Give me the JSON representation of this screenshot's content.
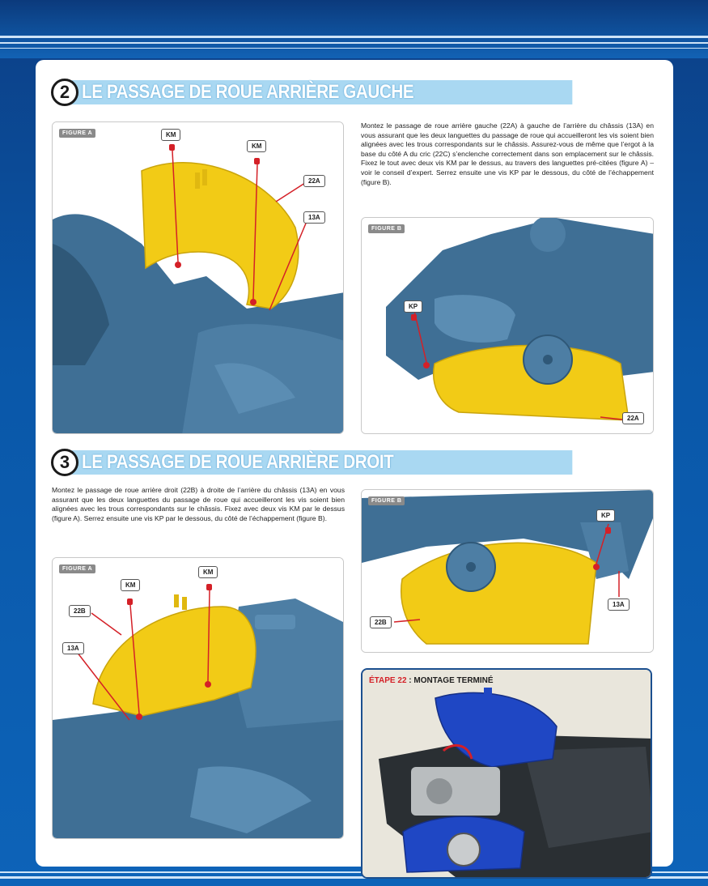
{
  "colors": {
    "accent_bar": "#a9d8f2",
    "part_yellow": "#f2cb16",
    "chassis_blue": "#3f6f95",
    "part_blue": "#1f47c4",
    "screw_red": "#d42027",
    "frame_blue": "#1b4f8f"
  },
  "section2": {
    "number": "2",
    "title": "LE PASSAGE DE ROUE ARRIÈRE GAUCHE",
    "text": "Montez le passage de roue arrière gauche (22A) à gauche de l’arrière du châssis (13A) en vous assurant que les deux languettes du passage de roue qui accueilleront les vis soient bien alignées avec les trous correspondants sur le châssis. Assurez-vous de même que l’ergot à la base du côté A du cric (22C) s’enclenche correctement dans son emplacement sur le châssis. Fixez le tout avec deux vis KM par le dessus, au travers des languettes pré-citées (figure A) – voir le conseil d’expert. Serrez ensuite une vis KP par le dessous, du côté de l’échappement (figure B).",
    "figure_a": {
      "tag": "FIGURE A",
      "labels": [
        "KM",
        "KM",
        "22A",
        "13A"
      ]
    },
    "figure_b": {
      "tag": "FIGURE B",
      "labels": [
        "KP",
        "22A"
      ]
    }
  },
  "section3": {
    "number": "3",
    "title": "LE PASSAGE DE ROUE ARRIÈRE DROIT",
    "text": "Montez le passage de roue arrière droit (22B) à droite de l’arrière du châssis (13A) en vous assurant que les deux languettes du passage de roue qui accueilleront les vis soient bien alignées avec les trous correspondants sur le châssis. Fixez avec deux vis KM par le dessus (figure A). Serrez ensuite une vis KP par le dessous, du côté de l’échappement (figure B).",
    "figure_a": {
      "tag": "FIGURE A",
      "labels": [
        "KM",
        "KM",
        "22B",
        "13A"
      ]
    },
    "figure_b": {
      "tag": "FIGURE B",
      "labels": [
        "KP",
        "13A",
        "22B"
      ]
    }
  },
  "result": {
    "step_label": "ÉTAPE 22",
    "separator": " : ",
    "title": "MONTAGE TERMINÉ"
  }
}
